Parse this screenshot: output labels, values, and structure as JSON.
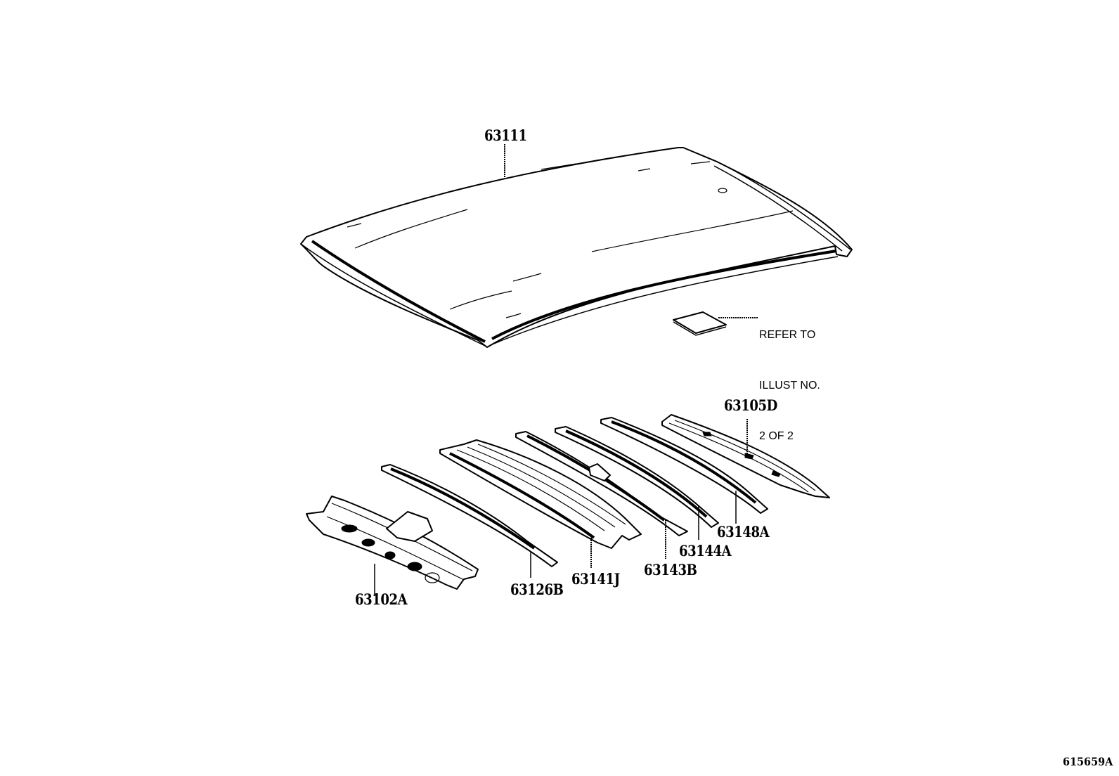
{
  "diagram": {
    "type": "exploded parts diagram",
    "subject": "vehicle roof panel and roof reinforcement bows",
    "illustration_id": "615659A",
    "note": {
      "lines": [
        "REFER TO",
        "ILLUST NO.",
        "2 OF 2"
      ]
    },
    "parts": [
      {
        "number": "63111",
        "description": "roof panel"
      },
      {
        "number": "63105D",
        "description": "roof reinforcement (rear-most bow)"
      },
      {
        "number": "63148A",
        "description": "roof bow"
      },
      {
        "number": "63144A",
        "description": "roof bow"
      },
      {
        "number": "63143B",
        "description": "roof bow"
      },
      {
        "number": "63141J",
        "description": "roof bow (wide)"
      },
      {
        "number": "63126B",
        "description": "roof bow"
      },
      {
        "number": "63102A",
        "description": "front roof header panel"
      }
    ]
  }
}
